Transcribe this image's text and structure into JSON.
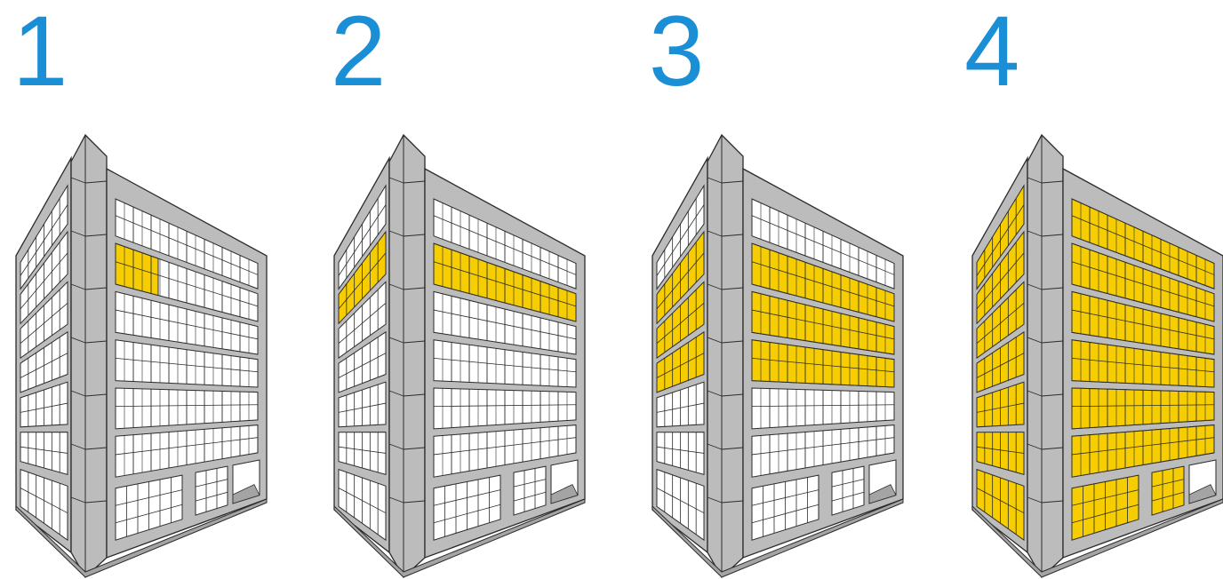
{
  "colors": {
    "number": "#1b8fd6",
    "structure": "#bcbcbc",
    "structure_dark": "#a4a4a4",
    "outline": "#2b2b2b",
    "glass": "#ffffff",
    "lit": "#f5cd00"
  },
  "floors_total": 7,
  "panels": [
    {
      "number": "1",
      "lit_floors": [
        6
      ],
      "lit_front_fraction": 0.3,
      "lit_side": false
    },
    {
      "number": "2",
      "lit_floors": [
        6
      ],
      "lit_front_fraction": 1,
      "lit_side": true
    },
    {
      "number": "3",
      "lit_floors": [
        4,
        5,
        6
      ],
      "lit_front_fraction": 1,
      "lit_side": true
    },
    {
      "number": "4",
      "lit_floors": [
        1,
        2,
        3,
        4,
        5,
        6,
        7
      ],
      "lit_front_fraction": 1,
      "lit_side": true
    }
  ]
}
